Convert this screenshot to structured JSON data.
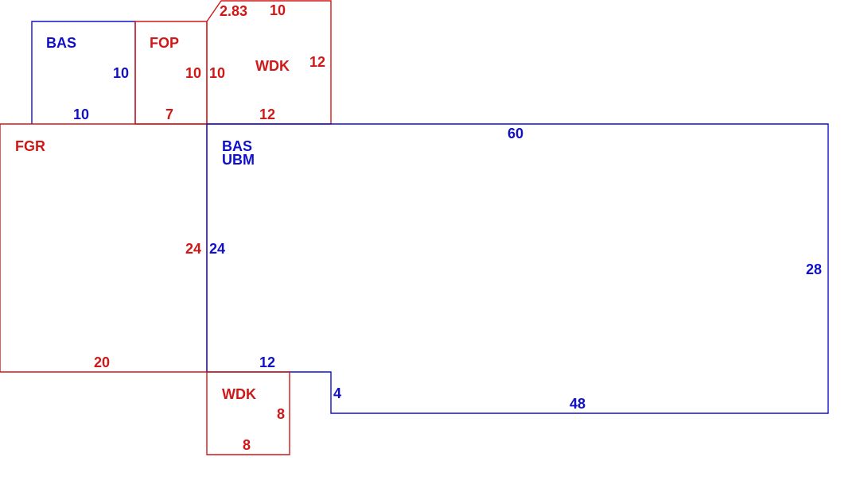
{
  "colors": {
    "blue": "#1010c8",
    "red": "#d01818"
  },
  "areas": {
    "bas_top": {
      "code": "BAS",
      "dims": [
        "10",
        "10"
      ]
    },
    "fop": {
      "code": "FOP",
      "dims": [
        "10",
        "7"
      ]
    },
    "wdk_top": {
      "code": "WDK",
      "dims": [
        "2.83",
        "10",
        "12",
        "10",
        "12"
      ]
    },
    "fgr": {
      "code": "FGR",
      "dims": [
        "24",
        "20"
      ]
    },
    "bas_main": {
      "codes": [
        "BAS",
        "UBM"
      ],
      "dims": [
        "60",
        "24",
        "28",
        "12",
        "4",
        "48"
      ]
    },
    "wdk_bottom": {
      "code": "WDK",
      "dims": [
        "8",
        "8"
      ]
    }
  }
}
